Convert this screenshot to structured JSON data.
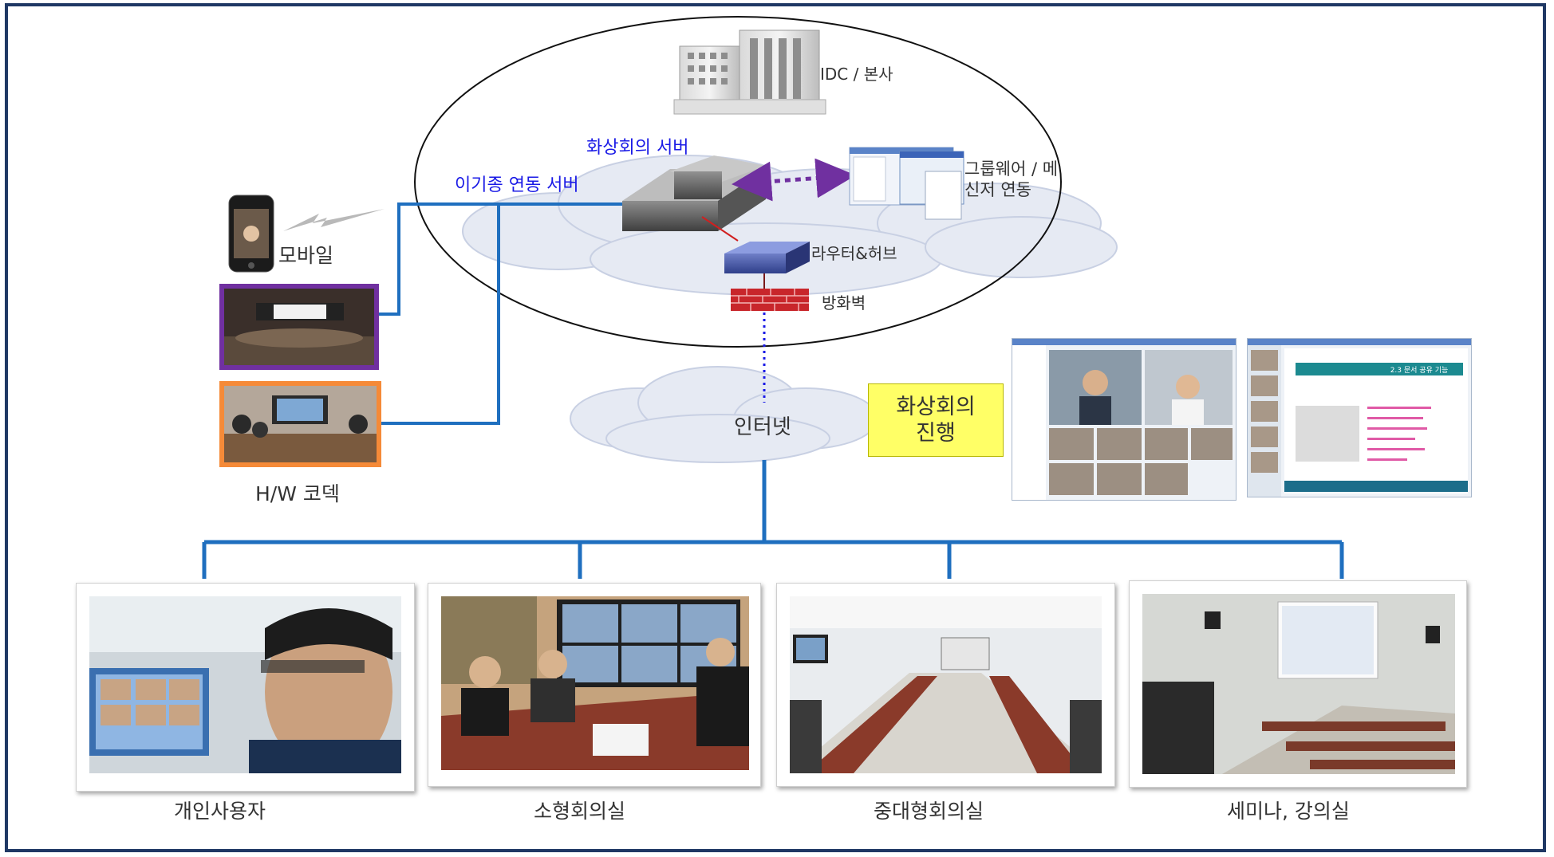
{
  "labels": {
    "idc": "IDC / 본사",
    "vc_server": "화상회의 서버",
    "interop_server": "이기종 연동 서버",
    "groupware": "그룹웨어 / 메",
    "groupware2": "신저 연동",
    "router": "라우터&허브",
    "firewall": "방화벽",
    "mobile": "모바일",
    "internet": "인터넷",
    "hw_codec": "H/W 코덱",
    "meeting_progress_1": "화상회의",
    "meeting_progress_2": "진행"
  },
  "endpoints": [
    {
      "label": "개인사용자"
    },
    {
      "label": "소형회의실"
    },
    {
      "label": "중대형회의실"
    },
    {
      "label": "세미나, 강의실"
    }
  ],
  "screen_texts": {
    "doc_title": "2.3 문서 공유 기능"
  },
  "colors": {
    "frame": "#1f3864",
    "connector": "#1f6fbf",
    "server_label": "#1a1ae6",
    "dotted_arrow": "#7030a0",
    "internet_link": "#1a1ae6",
    "firewall": "#c8262b",
    "router": "#4a5aa8",
    "highlight_box": "#ffff66",
    "purple_border": "#7030a0",
    "orange_border": "#f58a38"
  }
}
